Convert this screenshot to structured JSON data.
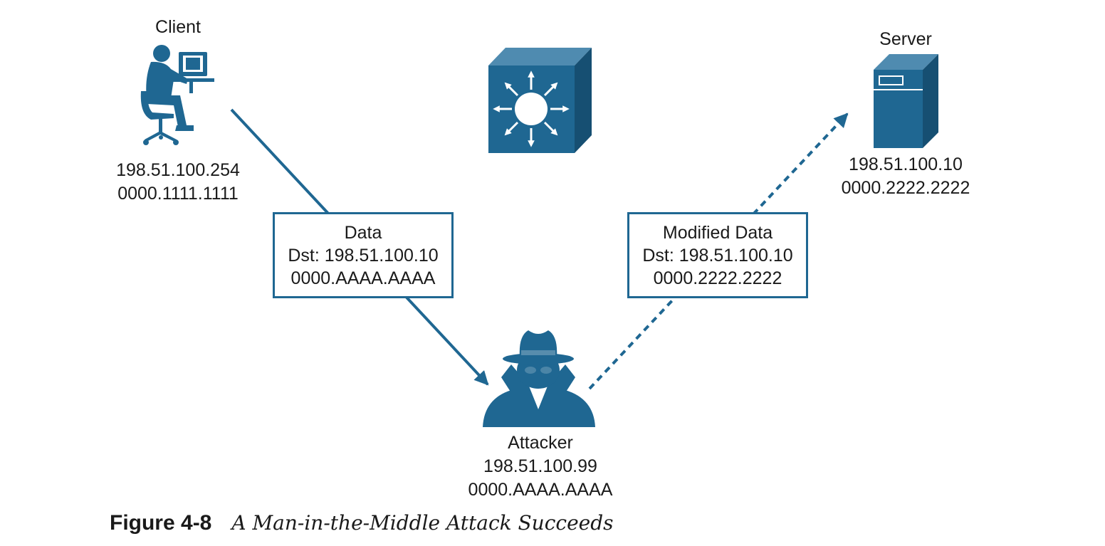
{
  "diagram": {
    "client": {
      "label": "Client",
      "ip": "198.51.100.254",
      "mac": "0000.1111.1111"
    },
    "server": {
      "label": "Server",
      "ip": "198.51.100.10",
      "mac": "0000.2222.2222"
    },
    "attacker": {
      "label": "Attacker",
      "ip": "198.51.100.99",
      "mac": "0000.AAAA.AAAA"
    },
    "packet_original": {
      "line1": "Data",
      "line2": "Dst: 198.51.100.10",
      "line3": "0000.AAAA.AAAA"
    },
    "packet_modified": {
      "line1": "Modified Data",
      "line2": "Dst: 198.51.100.10",
      "line3": "0000.2222.2222"
    },
    "icons": [
      "client-workstation-icon",
      "layer3-switch-icon",
      "server-icon",
      "attacker-icon"
    ],
    "colors": {
      "accent": "#1f6792",
      "text": "#1a1a1a"
    }
  },
  "figure": {
    "number": "Figure 4-8",
    "title": "A Man-in-the-Middle Attack Succeeds"
  }
}
